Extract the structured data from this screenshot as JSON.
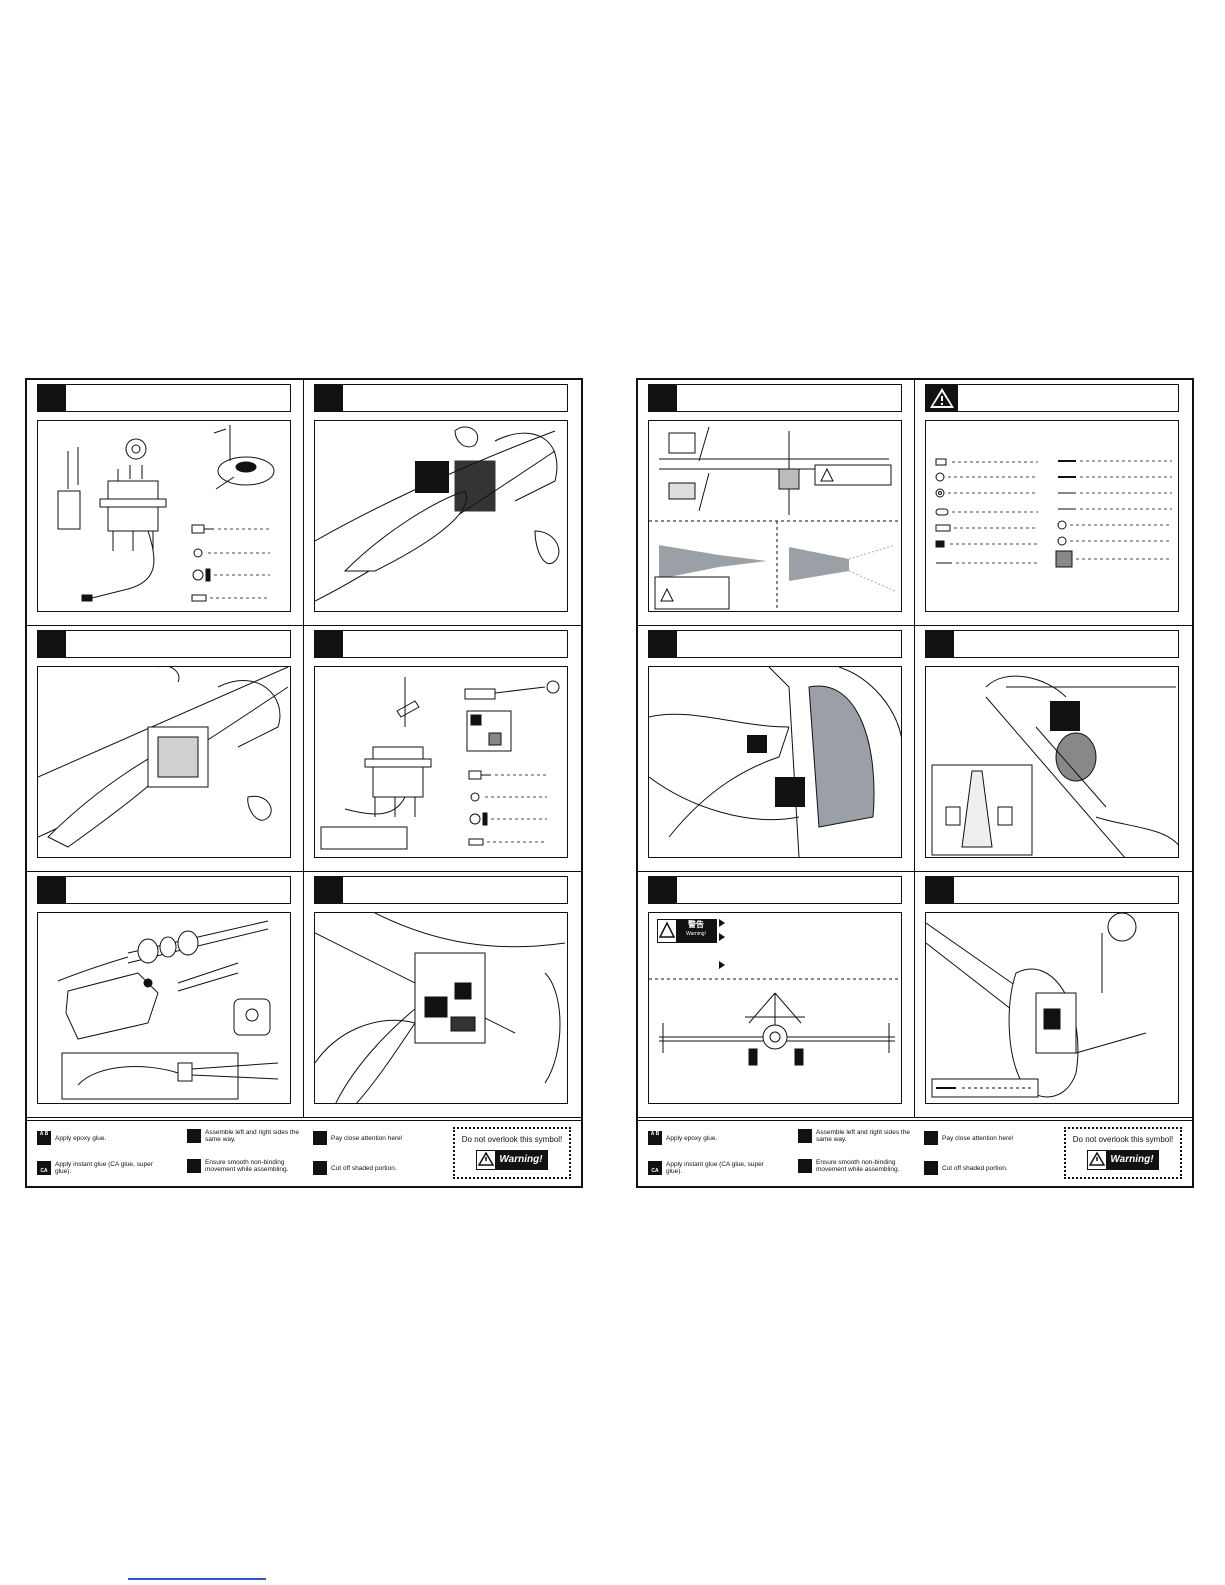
{
  "legend": {
    "epoxy": "Apply epoxy glue.",
    "ca": "Apply instant glue (CA glue, super glue).",
    "symmetric": "Assemble left and right sides the same way.",
    "smooth": "Ensure smooth non-binding movement while assembling.",
    "attention": "Pay close attention here!",
    "cut": "Cut off shaded portion.",
    "overlook": "Do not overlook this symbol!",
    "warning": "Warning!",
    "ab_letters": "A B",
    "ca_letters": "CA"
  },
  "right": {
    "warning_cn": "警告",
    "warning_en": "Warning!"
  },
  "colors": {
    "ink": "#111111",
    "shade": "#9aa0a6",
    "light_shade": "#c8ccd0",
    "link": "#3355cc"
  },
  "icons": [
    "epoxy-glue-icon",
    "ca-glue-icon",
    "symmetric-assembly-icon",
    "smooth-movement-icon",
    "pointing-hand-icon",
    "cut-shaded-icon",
    "warning-triangle-icon"
  ]
}
